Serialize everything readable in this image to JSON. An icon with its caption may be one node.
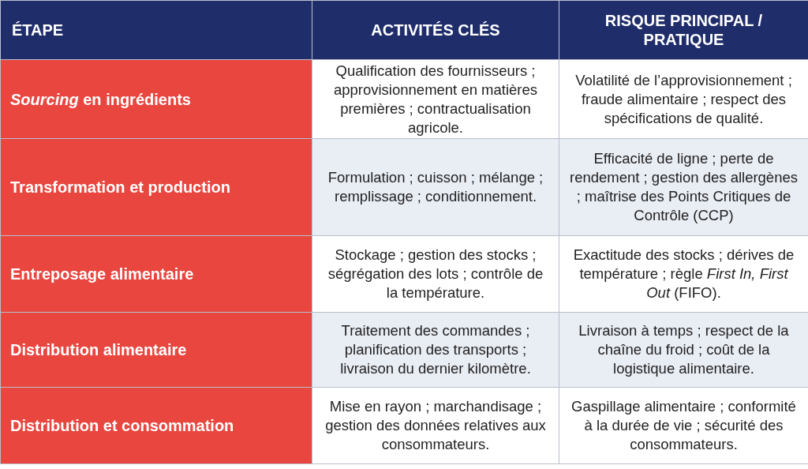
{
  "diagram": {
    "labels": [
      "ÉTAPE",
      "ACTIVITÉS CLÉS",
      "RISQUE PRINCIPAL / PRATIQUE",
      "*Sourcing* en ingrédients",
      "Qualification des fournisseurs ; approvisionnement en matières premières ; contractualisation agricole.",
      "Volatilité de l’approvisionnement ; fraude alimentaire ; respect des spécifications de qualité.",
      "Transformation et production",
      "Formulation ; cuisson ; mélange ; remplissage ; conditionnement.",
      "Efficacité de ligne ; perte de rendement ; gestion des allergènes ; maîtrise des Points Critiques de Contrôle (CCP)",
      "Entreposage alimentaire",
      "Stockage ; gestion des stocks ; ségrégation des lots ; contrôle de la température.",
      "Exactitude des stocks ; dérives de température ; règle *First In, First Out* (FIFO).",
      "Distribution alimentaire",
      "Traitement des commandes ; planification des transports ; livraison du dernier kilomètre.",
      "Livraison à temps ; respect de la chaîne du froid ; coût de la logistique alimentaire.",
      "Distribution et consommation",
      "Mise en rayon ; marchandisage ; gestion des données relatives aux consommateurs.",
      "Gaspillage alimentaire ; conformité à la durée de vie ; sécurité des consommateurs."
    ]
  }
}
